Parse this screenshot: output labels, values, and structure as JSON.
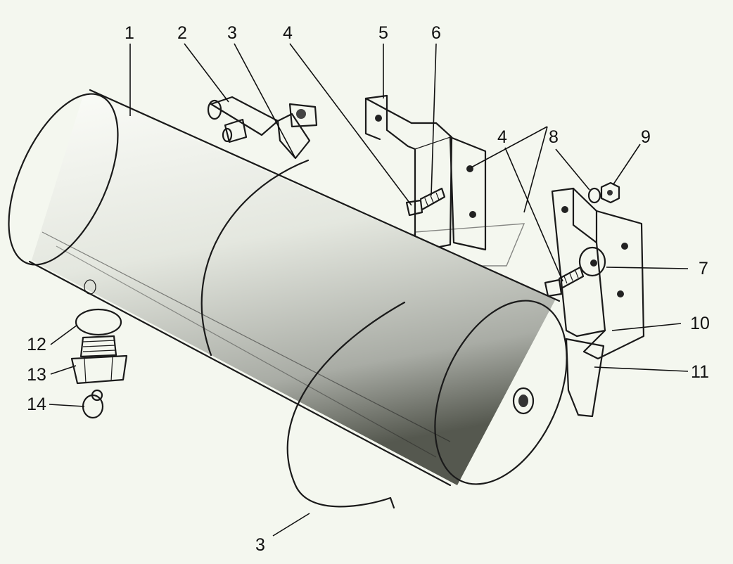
{
  "callouts": [
    {
      "id": "c1",
      "text": "1"
    },
    {
      "id": "c2",
      "text": "2"
    },
    {
      "id": "c3a",
      "text": "3"
    },
    {
      "id": "c4a",
      "text": "4"
    },
    {
      "id": "c5",
      "text": "5"
    },
    {
      "id": "c6",
      "text": "6"
    },
    {
      "id": "c4b",
      "text": "4"
    },
    {
      "id": "c8",
      "text": "8"
    },
    {
      "id": "c9",
      "text": "9"
    },
    {
      "id": "c7",
      "text": "7"
    },
    {
      "id": "c10",
      "text": "10"
    },
    {
      "id": "c11",
      "text": "11"
    },
    {
      "id": "c12",
      "text": "12"
    },
    {
      "id": "c13",
      "text": "13"
    },
    {
      "id": "c14",
      "text": "14"
    },
    {
      "id": "c3b",
      "text": "3"
    }
  ],
  "colors": {
    "background": "#f4f7ef",
    "ink": "#1a1a1a"
  }
}
